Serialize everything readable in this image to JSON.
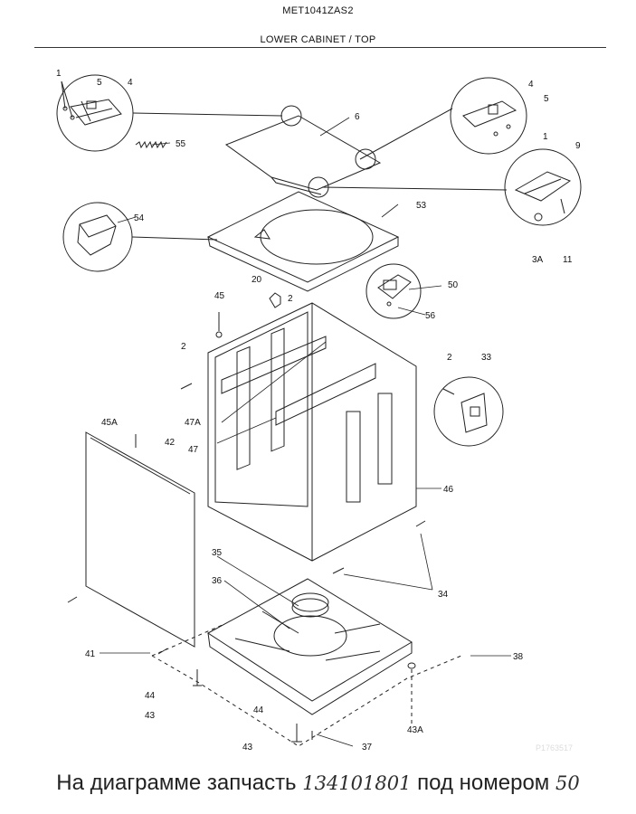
{
  "header": {
    "model": "MET1041ZAS2",
    "section": "LOWER CABINET / TOP"
  },
  "part_labels": {
    "p1a": "1",
    "p5a": "5",
    "p4a": "4",
    "p6": "6",
    "p55": "55",
    "p4b": "4",
    "p5b": "5",
    "p1b": "1",
    "p9": "9",
    "p54": "54",
    "p53": "53",
    "p3A": "3A",
    "p11": "11",
    "p20": "20",
    "p50": "50",
    "p45": "45",
    "p2a": "2",
    "p56": "56",
    "p2b": "2",
    "p2c": "2",
    "p33": "33",
    "p47A": "47A",
    "p47": "47",
    "p45A": "45A",
    "p42": "42",
    "p46": "46",
    "p35": "35",
    "p34": "34",
    "p36": "36",
    "p38": "38",
    "p41": "41",
    "p44a": "44",
    "p43a": "43",
    "p44b": "44",
    "p43A": "43A",
    "p43b": "43",
    "p37": "37"
  },
  "watermark": "P1763517",
  "caption": {
    "text_before": "На диаграмме запчасть ",
    "part_number": "134101801",
    "text_middle": " под номером ",
    "callout": "50"
  }
}
